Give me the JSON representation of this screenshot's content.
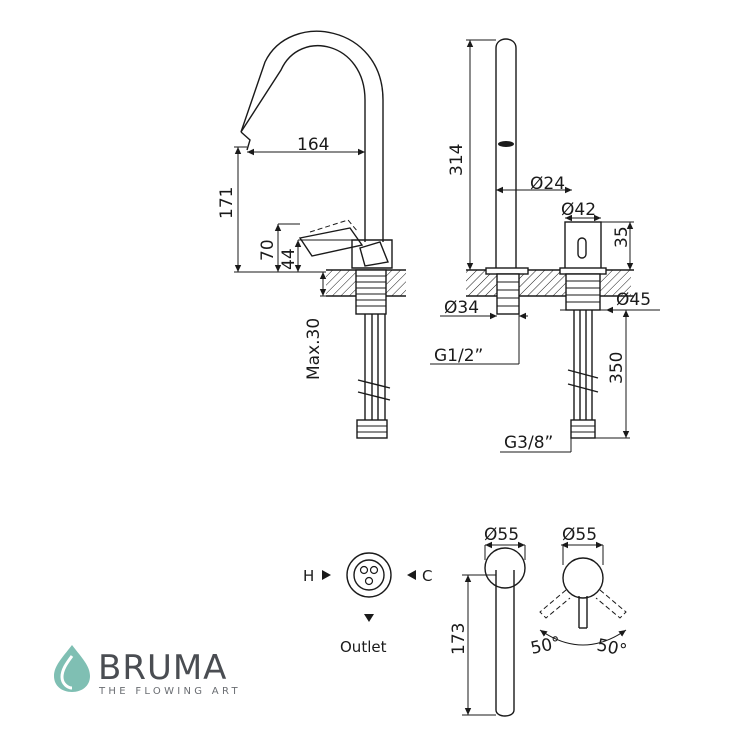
{
  "dimensions": {
    "side_view": {
      "spout_reach": "164",
      "spout_height": "171",
      "lever_height": "70",
      "body_height": "44",
      "max_deck_thickness": "Max.30"
    },
    "front_view": {
      "total_height": "314",
      "spout_diameter": "Ø24",
      "body_diameter": "Ø42",
      "lever_height": "35",
      "hole_diameter": "Ø34",
      "flange_diameter": "Ø45",
      "inlet_thread": "G1/2”",
      "hose_length": "350",
      "hose_thread": "G3/8”"
    },
    "top_views": {
      "left_diameter": "Ø55",
      "right_diameter": "Ø55",
      "lever_length": "173",
      "angle_left": "50°",
      "angle_right": "50°"
    }
  },
  "cartridge": {
    "hot_label": "H",
    "cold_label": "C",
    "outlet_label": "Outlet"
  },
  "brand": {
    "name": "BRUMA",
    "tagline": "THE FLOWING ART",
    "accent_color": "#7fbfb3"
  }
}
